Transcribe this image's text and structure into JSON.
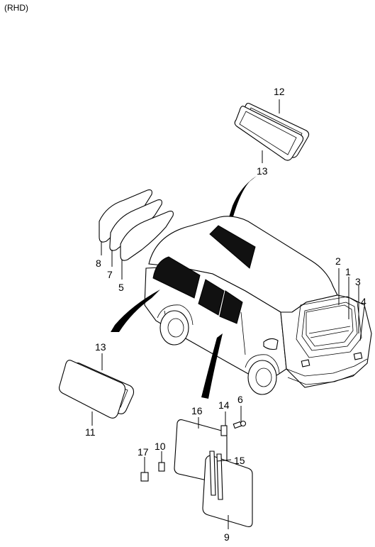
{
  "header": {
    "variant_label": "(RHD)"
  },
  "callouts": [
    {
      "id": "12",
      "label": "12"
    },
    {
      "id": "13a",
      "label": "13"
    },
    {
      "id": "8",
      "label": "8"
    },
    {
      "id": "7",
      "label": "7"
    },
    {
      "id": "5",
      "label": "5"
    },
    {
      "id": "2",
      "label": "2"
    },
    {
      "id": "1",
      "label": "1"
    },
    {
      "id": "3",
      "label": "3"
    },
    {
      "id": "4",
      "label": "4"
    },
    {
      "id": "13b",
      "label": "13"
    },
    {
      "id": "11",
      "label": "11"
    },
    {
      "id": "6",
      "label": "6"
    },
    {
      "id": "14",
      "label": "14"
    },
    {
      "id": "16",
      "label": "16"
    },
    {
      "id": "17",
      "label": "17"
    },
    {
      "id": "10",
      "label": "10"
    },
    {
      "id": "15",
      "label": "15"
    },
    {
      "id": "9",
      "label": "9"
    }
  ]
}
